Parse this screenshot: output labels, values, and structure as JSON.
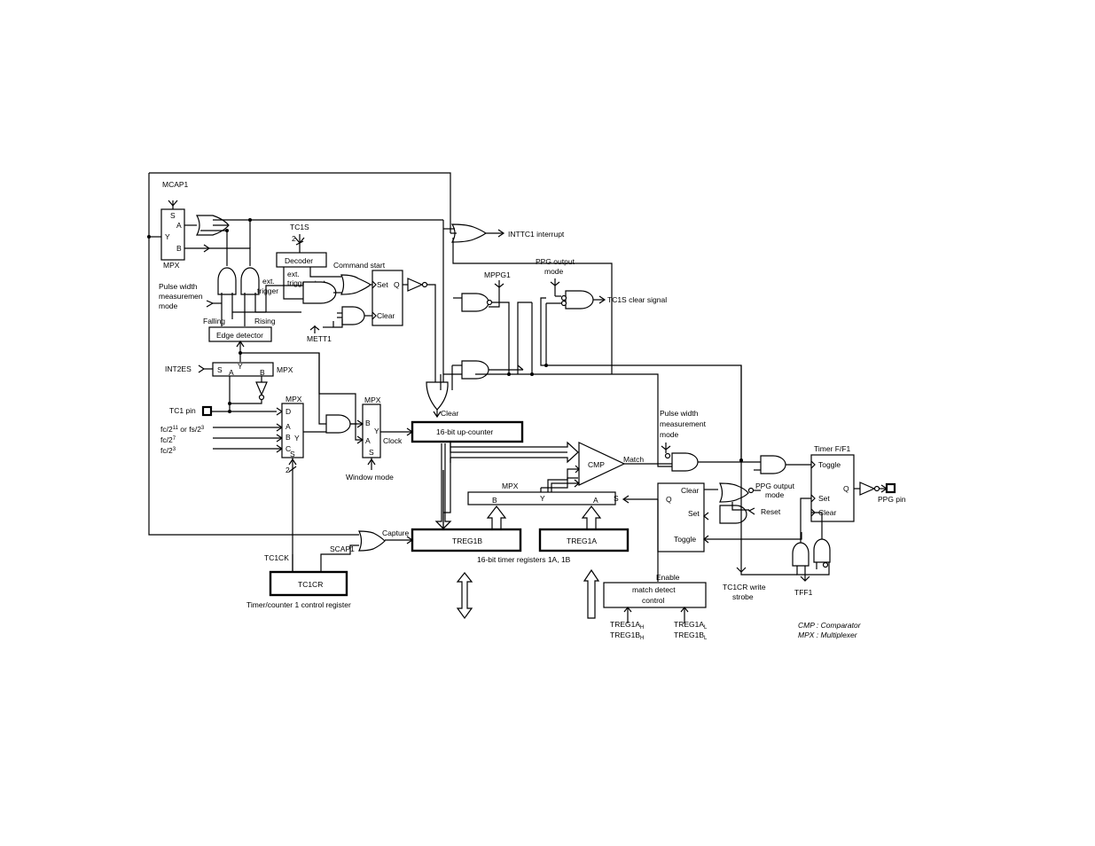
{
  "labels": {
    "mcap1": "MCAP1",
    "mpx": "MPX",
    "s": "S",
    "a": "A",
    "b": "B",
    "c": "C",
    "d": "D",
    "y": "Y",
    "two": "2",
    "tc1s": "TC1S",
    "decoder": "Decoder",
    "command_start": "Command start",
    "ext1": "ext.",
    "trigger_start": "trigger start",
    "ext2": "ext.",
    "trigger": "trigger",
    "set": "Set",
    "clear": "Clear",
    "q": "Q",
    "pulse_width_1": "Pulse width",
    "measurement": "measuremen",
    "mode": "mode",
    "falling": "Falling",
    "rising": "Rising",
    "edge_detector": "Edge detector",
    "mett1": "METT1",
    "int2es": "INT2ES",
    "tc1_pin": "TC1 pin",
    "fc_1": "fc/2",
    "fc_1_exp": "11",
    "fc_1_or": " or fs/2",
    "fc_1_exp2": "3",
    "fc_2": "fc/2",
    "fc_2_exp": "7",
    "fc_3": "fc/2",
    "fc_3_exp": "3",
    "clock": "Clock",
    "window_mode": "Window mode",
    "intc1": "INTTC1 interrupt",
    "mppg1": "MPPG1",
    "ppg_output_1": "PPG output",
    "ppg_mode_1": "mode",
    "tc1s_clear": "TC1S clear signal",
    "up_counter": "16-bit up-counter",
    "pulse_width_2": "Pulse width",
    "measurement_2": "measurement",
    "mode_2": "mode",
    "cmp": "CMP",
    "match": "Match",
    "timer_ff1": "Timer F/F1",
    "toggle": "Toggle",
    "ppg_pin": "PPG pin",
    "ppg_output_2": "PPG output",
    "ppg_mode_2": "mode",
    "reset": "Reset",
    "capture": "Capture",
    "treg1b": "TREG1B",
    "treg1a": "TREG1A",
    "timer_regs": "16-bit timer registers 1A, 1B",
    "tc1ck": "TC1CK",
    "scap1": "SCAP1",
    "tc1cr": "TC1CR",
    "tc1cr_desc": "Timer/counter 1 control register",
    "enable": "Enable",
    "match_detect_1": "match detect",
    "match_detect_2": "control",
    "treg1ah": "TREG1A",
    "treg1bh": "TREG1B",
    "sub_h": "H",
    "treg1al": "TREG1A",
    "treg1bl": "TREG1B",
    "sub_l": "L",
    "tc1cr_write_1": "TC1CR write",
    "tc1cr_write_2": "strobe",
    "tff1": "TFF1",
    "legend_cmp": "CMP : Comparator",
    "legend_mpx": "MPX : Multiplexer"
  }
}
